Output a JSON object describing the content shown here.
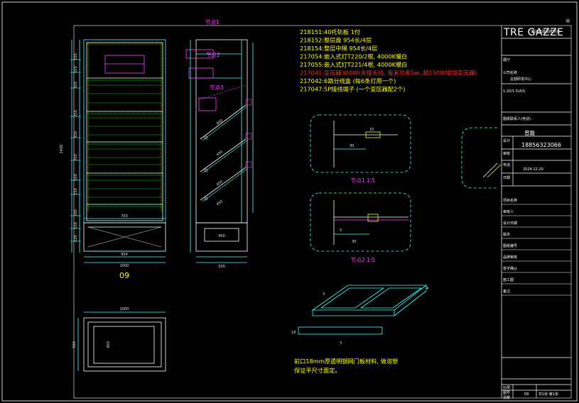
{
  "notes": [
    {
      "text": "218151:40托轨板 1付",
      "color": "#ffff00"
    },
    {
      "text": "218152:整层盘 954长/4层",
      "color": "#ffff00"
    },
    {
      "text": "218154:整层中隔 954长/4层",
      "color": "#ffff00"
    },
    {
      "text": "217054:嵌入式灯T220/2根, 4000K暖白",
      "color": "#ffff00"
    },
    {
      "text": "217055:嵌入式灯T221/4根, 4000K暖白",
      "color": "#ffff00"
    },
    {
      "text": "217041:变压器300W(含接头线, 每米功率5w, 超150W增加变压器)",
      "color": "#ff2a2a"
    },
    {
      "text": "217042:6路分线盒 (每6条灯用一个)",
      "color": "#ffff00"
    },
    {
      "text": "217047:5P接线端子 (一个变压器配2个)",
      "color": "#ffff00"
    }
  ],
  "labels": {
    "node1": "节点1",
    "node2": "节点2",
    "node3": "节点3",
    "node1_caption": "节点1 1:5",
    "node2_caption": "节点2 1:5",
    "elevation_id": "09",
    "footer_note_1": "前口18mm厚透明钢网门板材料, 做溶塑",
    "footer_note_2": "保证平尺寸面定。"
  },
  "dims": {
    "front_total_height": "2400",
    "front_width_total": "1000",
    "front_inner_width": "954",
    "front_base_width": "703",
    "side_depth": "500",
    "side_base_depth": "400",
    "shelf_lengths": [
      "450",
      "450",
      "450",
      "450"
    ],
    "plan_width": "1000",
    "plan_depth": "500",
    "plan_inner": "450",
    "shelf_vals_left": [
      "100",
      "150",
      "350",
      "250",
      "350",
      "250",
      "100",
      "150",
      "200",
      "150",
      "100"
    ],
    "node1_a": "15",
    "node1_b": "30",
    "node2_a": "5",
    "node2_b": "30",
    "iso_a": "3",
    "iso_b": "4",
    "iso_c": "18",
    "iso_d": "3"
  },
  "title_block": {
    "logo": "TRE GAZZE",
    "logo_sub": "欧洲高端品牌商业",
    "registered": "®",
    "row_project": "展厅",
    "row_dept": "公司名称",
    "row_center": "总部研发中心",
    "row_size": "1:20/1:5(A3)",
    "row_contact": "图纸联系人(电话):",
    "row_designer": "曾磊",
    "row_phone": "18856323066",
    "row_date": "2024.12.20",
    "field_labels": [
      "项目名称",
      "审核人",
      "设计日期",
      "版本",
      "图纸编号",
      "品牌审核",
      "签字确认",
      "施工图",
      "备注"
    ],
    "field_extra": [
      "设计",
      "审核",
      "电话",
      "日期"
    ],
    "bottom_labels": [
      "比例",
      "图号",
      "张数"
    ],
    "bottom_values": [
      "",
      "09",
      "共1张 第1张"
    ]
  }
}
